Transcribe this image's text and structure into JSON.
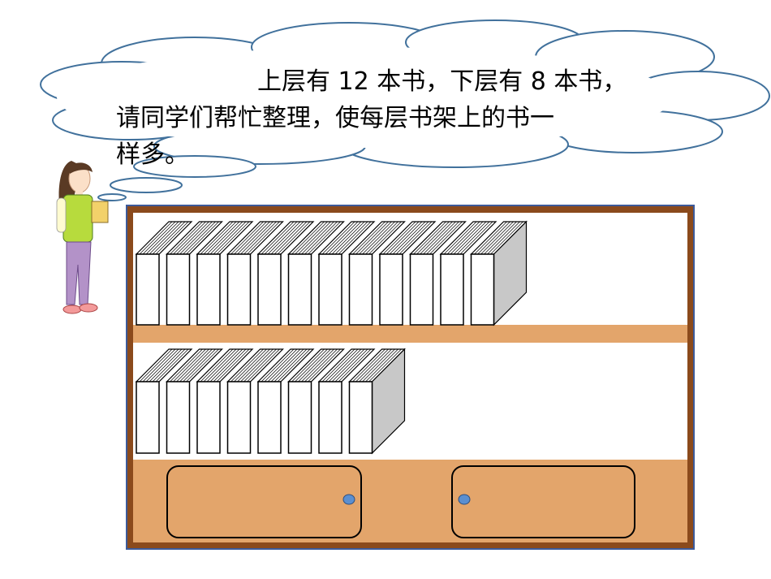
{
  "speech": {
    "line1": "上层有 12 本书，下层有 8 本书，",
    "line2": "请同学们帮忙整理，使每层书架上的书一",
    "line3": "样多。"
  },
  "shelf": {
    "top_books": 12,
    "bottom_books": 8
  },
  "colors": {
    "cloud_stroke": "#41719c",
    "frame": "#8b4a1c",
    "frame_outer": "#3c5a9a",
    "plank": "#e3a56b",
    "door": "#e3a56b",
    "knob": "#5b8fd0",
    "book_side": "#c8c8c8"
  }
}
